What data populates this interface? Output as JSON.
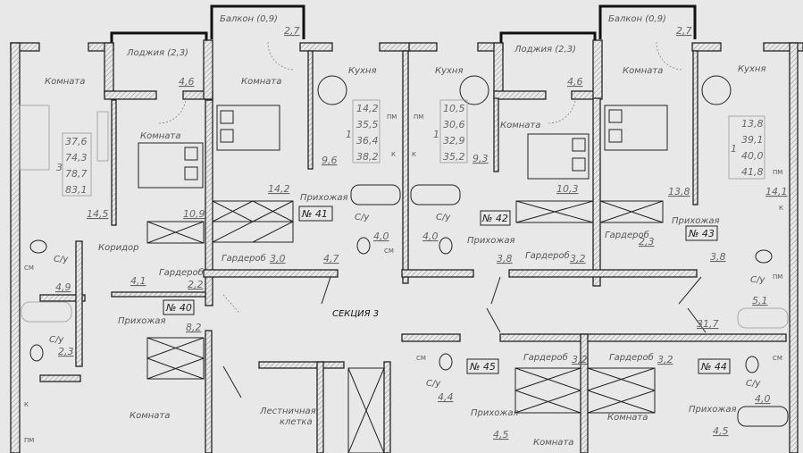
{
  "section": "СЕКЦИЯ 3",
  "balconies": [
    {
      "label": "Балкон (0,9)",
      "area": "2,7"
    },
    {
      "label": "Балкон (0,9)",
      "area": "2,7"
    }
  ],
  "loggias": [
    {
      "label": "Лоджия (2,3)",
      "area": "4,6"
    },
    {
      "label": "Лоджия (2,3)",
      "area": "4,6"
    }
  ],
  "rooms": {
    "room": "Комната",
    "kitchen": "Кухня",
    "hall": "Прихожая",
    "corridor": "Коридор",
    "bath": "С/у",
    "wardrobe": "Гардероб",
    "stair_1": "Лестничная",
    "stair_2": "клетка"
  },
  "apartments": [
    {
      "number": "№ 40",
      "rooms": "3",
      "areas": [
        "37,6",
        "74,3",
        "78,7",
        "83,1"
      ]
    },
    {
      "number": "№ 41",
      "rooms": "1",
      "areas": [
        "14,2",
        "35,5",
        "36,4",
        "38,2"
      ]
    },
    {
      "number": "№ 42",
      "rooms": "1",
      "areas": [
        "10,5",
        "30,6",
        "32,9",
        "35,2"
      ]
    },
    {
      "number": "№ 43",
      "rooms": "1",
      "areas": [
        "13,8",
        "39,1",
        "40,0",
        "41,8"
      ]
    },
    {
      "number": "№ 44"
    },
    {
      "number": "№ 45"
    }
  ],
  "room_areas": {
    "a40_living2": "14,5",
    "a40_bed": "10,9",
    "a40_bath1": "4,9",
    "a40_hall_small": "4,1",
    "a40_wardrobe": "2,2",
    "a40_hall": "8,2",
    "a40_bath2": "2,3",
    "a41_room": "14,2",
    "a41_kitchen": "9,6",
    "a41_bath": "4,0",
    "a41_wardrobe": "3,0",
    "a41_hall": "4,7",
    "a42_kitchen": "9,3",
    "a42_room": "10,3",
    "a42_bath": "4,0",
    "a42_hall": "3,8",
    "a42_wardrobe": "3,2",
    "a43_room": "13,8",
    "a43_kitchen": "14,1",
    "a43_wardrobe": "2,3",
    "a43_hall": "3,8",
    "a43_bath": "5,1",
    "corridor": "31,7",
    "a45_wardrobe": "3,2",
    "a44_wardrobe": "3,2",
    "a45_bath": "4,4",
    "a45_hall": "4,5",
    "a44_hall": "4,5",
    "a44_bath": "4,0"
  },
  "fixtures": {
    "sm": "СМ",
    "pm": "ПМ",
    "k": "К"
  }
}
